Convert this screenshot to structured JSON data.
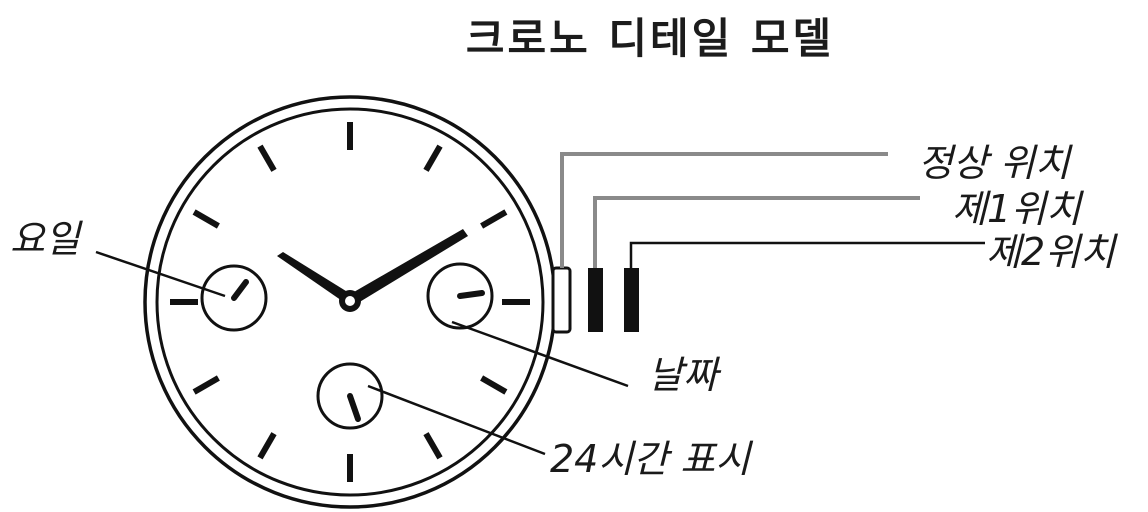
{
  "title": "크로노 디테일 모델",
  "labels": {
    "normal_position": "정상 위치",
    "position_1": "제1위치",
    "position_2": "제2위치",
    "day_of_week": "요일",
    "date": "날짜",
    "hour24": "24시간 표시"
  }
}
